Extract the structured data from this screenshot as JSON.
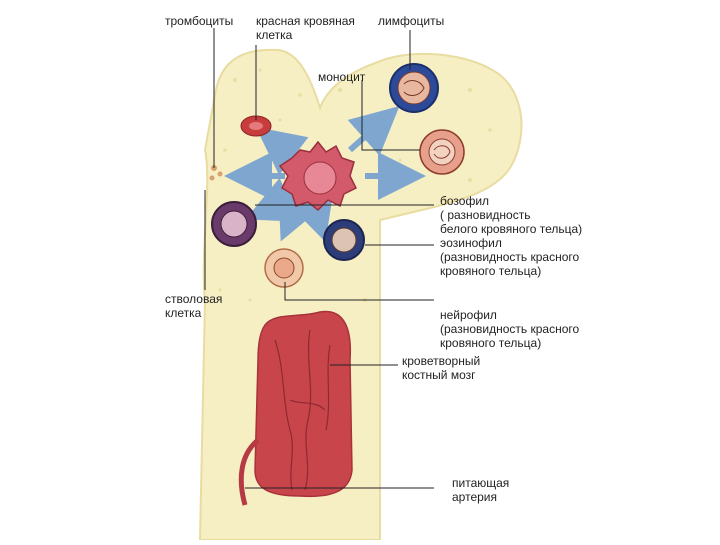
{
  "labels": {
    "platelets": "тромбоциты",
    "red_cell": "красная кровяная\nклетка",
    "lymphocytes": "лимфоциты",
    "monocyte": "моноцит",
    "basophil": "бозофил\n( разновидность\nбелого кровяного тельца)",
    "eosinophil": "эозинофил\n(разновидность красного\nкровяного тельца)",
    "stem_cell": "стволовая\nклетка",
    "neutrophil": "нейрофил\n(разновидность красного\nкровяного тельца)",
    "marrow": "кроветворный\nкостный мозг",
    "artery": "питающая\nартерия"
  },
  "colors": {
    "bone": "#f6efc4",
    "marrow": "#c8454c",
    "arrow": "#7fa6cf",
    "leader": "#222222"
  }
}
